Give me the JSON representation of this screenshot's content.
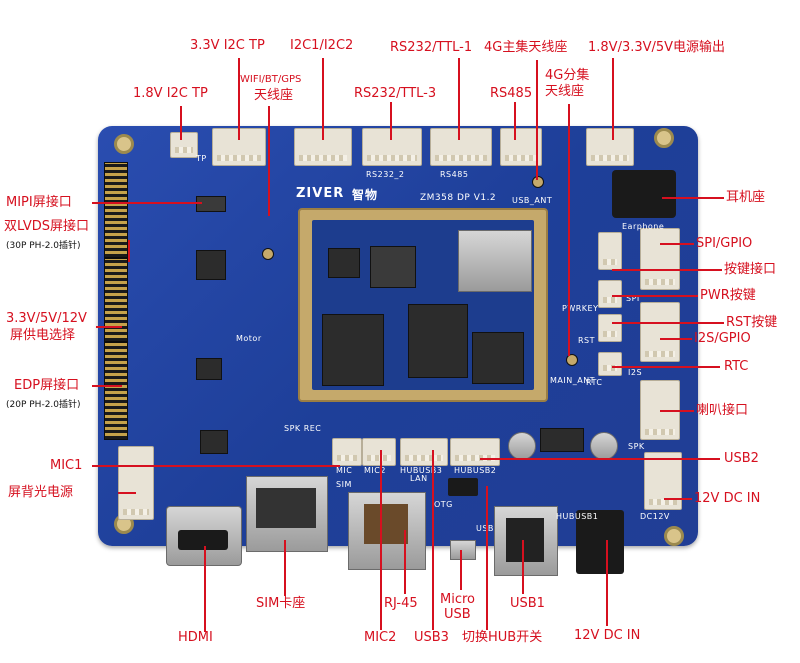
{
  "labels": {
    "i2c_tp_33": "3.3V I2C TP",
    "i2c1_i2c2": "I2C1/I2C2",
    "rs232_ttl_1": "RS232/TTL-1",
    "ant_4g_main": "4G主集天线座",
    "power_out": "1.8V/3.3V/5V电源输出",
    "wifi_bt_gps": "WIFI/BT/GPS",
    "wifi_ant": "天线座",
    "i2c_tp_18": "1.8V I2C TP",
    "rs232_ttl_3": "RS232/TTL-3",
    "rs485": "RS485",
    "ant_4g_div": "4G分集",
    "ant_4g_div2": "天线座",
    "mipi": "MIPI屏接口",
    "dual_lvds": "双LVDS屏接口",
    "dual_lvds_sub": "(30P PH-2.0插针)",
    "screen_power": "3.3V/5V/12V",
    "screen_power2": "屏供电选择",
    "edp": "EDP屏接口",
    "edp_sub": "(20P PH-2.0插针)",
    "mic1": "MIC1",
    "backlight": "屏背光电源",
    "hdmi": "HDMI",
    "sim": "SIM卡座",
    "rj45": "RJ-45",
    "mic2": "MIC2",
    "usb3": "USB3",
    "micro_usb": "Micro",
    "micro_usb2": "USB",
    "hub_switch": "切换HUB开关",
    "usb1": "USB1",
    "dc_in_bottom": "12V DC IN",
    "headphone": "耳机座",
    "spi_gpio": "SPI/GPIO",
    "key_if": "按键接口",
    "pwr_key": "PWR按键",
    "rst_key": "RST按键",
    "i2s_gpio": "I2S/GPIO",
    "rtc": "RTC",
    "speaker": "喇叭接口",
    "usb2": "USB2",
    "dc_in_right": "12V DC IN"
  },
  "silkscreen": {
    "brand": "ZIVER",
    "brand_cn": "智物",
    "model": "ZM358 DP V1.2",
    "tp": "TP",
    "rs232_2": "RS232_2",
    "rs485": "RS485",
    "usb_ant": "USB_ANT",
    "main_ant": "MAIN_ANT",
    "earphone": "Earphone",
    "spi": "SPI",
    "pwrkey": "PWRKEY",
    "rst": "RST",
    "rtc": "RTC",
    "i2s": "I2S",
    "spk": "SPK",
    "dc12v": "DC12V",
    "lan": "LAN",
    "otg": "OTG",
    "usb": "USB",
    "hubusb3": "HUBUSB3",
    "hubusb2": "HUBUSB2",
    "hubusb1": "HUBUSB1",
    "sim": "SIM",
    "mic": "MIC",
    "mic2": "MIC2",
    "spk_rec": "SPK  REC",
    "motor": "Motor"
  }
}
